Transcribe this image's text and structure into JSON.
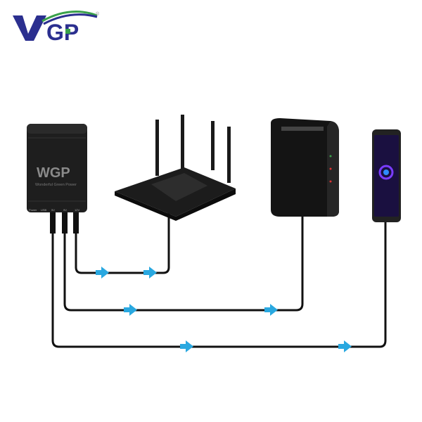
{
  "brand": {
    "logo_text": "WGP",
    "registered": "®",
    "tagline": "Wonderful Green Power"
  },
  "ups_ports": [
    "Power",
    "USB",
    "5V",
    "9V",
    "12V"
  ],
  "devices": [
    "mini-ups",
    "router",
    "modem",
    "smartphone"
  ],
  "colors": {
    "brand_blue": "#2b2f8f",
    "brand_green": "#3aa14a",
    "arrow": "#29a8e0",
    "cable": "#111111",
    "device": "#1c1c1c"
  }
}
